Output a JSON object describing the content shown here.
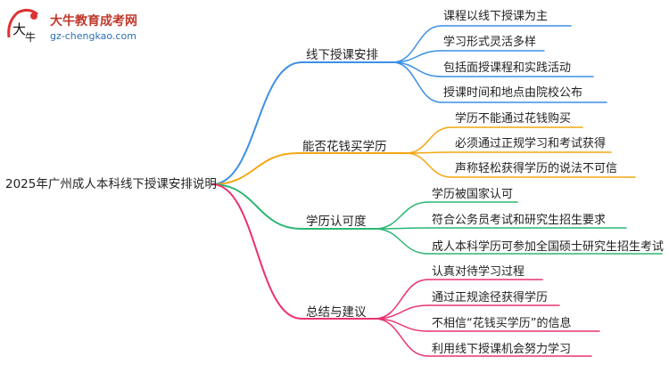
{
  "logo": {
    "title": "大牛教育成考网",
    "url": "gz-chengkao.com",
    "mark": "大牛"
  },
  "root": {
    "label": "2025年广州成人本科线下授课安排说明"
  },
  "branches": [
    {
      "label": "线下授课安排",
      "color": "#3d8fe6",
      "children": [
        "课程以线下授课为主",
        "学习形式灵活多样",
        "包括面授课程和实践活动",
        "授课时间和地点由院校公布"
      ]
    },
    {
      "label": "能否花钱买学历",
      "color": "#f2a711",
      "children": [
        "学历不能通过花钱购买",
        "必须通过正规学习和考试获得",
        "声称轻松获得学历的说法不可信"
      ]
    },
    {
      "label": "学历认可度",
      "color": "#2bb673",
      "children": [
        "学历被国家认可",
        "符合公务员考试和研究生招生要求",
        "成人本科学历可参加全国硕士研究生招生考试"
      ]
    },
    {
      "label": "总结与建议",
      "color": "#e8336d",
      "children": [
        "认真对待学习过程",
        "通过正规途径获得学历",
        "不相信“花钱买学历”的信息",
        "利用线下授课机会努力学习"
      ]
    }
  ]
}
